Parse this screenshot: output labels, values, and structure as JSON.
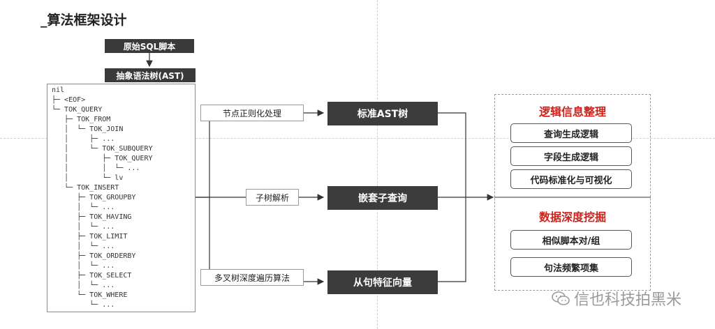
{
  "title": "_算法框架设计",
  "raw_sql": "原始SQL脚本",
  "ast_header": "抽象语法树(AST)",
  "tree_lines": [
    "nil",
    "├─ <EOF>",
    "└─ TOK_QUERY",
    "   ├─ TOK_FROM",
    "   │  └─ TOK_JOIN",
    "   │     ├─ ...",
    "   │     └─ TOK_SUBQUERY",
    "   │        ├─ TOK_QUERY",
    "   │        │  └─ ...",
    "   │        └─ lv",
    "   └─ TOK_INSERT",
    "      ├─ TOK_GROUPBY",
    "      │  └─ ...",
    "      ├─ TOK_HAVING",
    "      │  └─ ...",
    "      ├─ TOK_LIMIT",
    "      │  └─ ...",
    "      ├─ TOK_ORDERBY",
    "      │  └─ ...",
    "      ├─ TOK_SELECT",
    "      │  └─ ...",
    "      └─ TOK_WHERE",
    "         └─ ..."
  ],
  "processes": {
    "normalize": "节点正则化处理",
    "subtree": "子树解析",
    "traversal": "多叉树深度遍历算法"
  },
  "outputs": {
    "standard_ast": "标准AST树",
    "nested_query": "嵌套子查询",
    "clause_vector": "从句特征向量"
  },
  "logic_section": {
    "title": "逻辑信息整理",
    "items": [
      "查询生成逻辑",
      "字段生成逻辑",
      "代码标准化与可视化"
    ]
  },
  "mining_section": {
    "title": "数据深度挖掘",
    "items": [
      "相似脚本对/组",
      "句法频繁项集"
    ]
  },
  "watermark": "信也科技拍黑米",
  "colors": {
    "dark_box": "#3a3a3a",
    "accent_red": "#d0201a",
    "line": "#333333"
  }
}
